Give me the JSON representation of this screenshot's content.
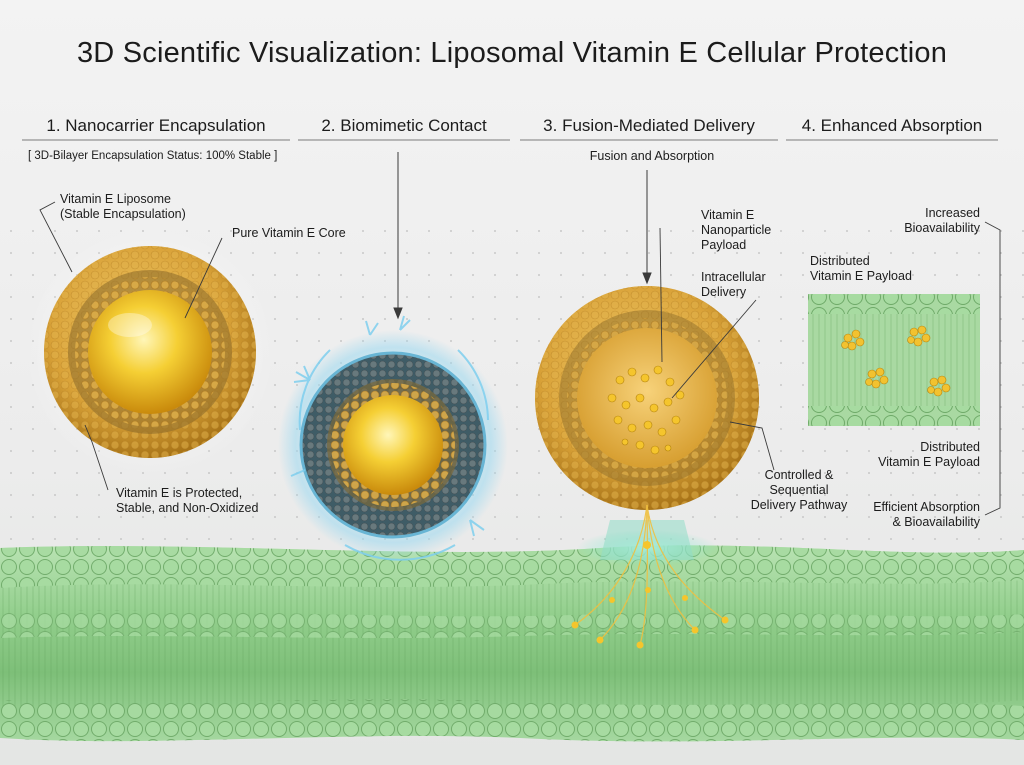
{
  "title": "3D Scientific Visualization: Liposomal Vitamin E Cellular Protection",
  "sections": [
    {
      "heading": "1. Nanocarrier Encapsulation"
    },
    {
      "heading": "2. Biomimetic Contact"
    },
    {
      "heading": "3. Fusion-Mediated Delivery"
    },
    {
      "heading": "4. Enhanced Absorption"
    }
  ],
  "status_text": "[ 3D-Bilayer Encapsulation Status: 100% Stable ]",
  "labels": {
    "liposome": [
      "Vitamin E Liposome",
      "(Stable Encapsulation)"
    ],
    "core": "Pure Vitamin E Core",
    "protected": [
      "Vitamin E is Protected,",
      "Stable, and Non-Oxidized"
    ],
    "fusion": "Fusion and Absorption",
    "payload": [
      "Vitamin E",
      "Nanoparticle",
      "Payload"
    ],
    "intracellular": [
      "Intracellular",
      "Delivery"
    ],
    "pathway": [
      "Controlled &",
      "Sequential",
      "Delivery Pathway"
    ],
    "bioavailability": [
      "Increased",
      "Bioavailability"
    ],
    "distributed_top": [
      "Distributed",
      "Vitamin E Payload"
    ],
    "distributed_bottom": [
      "Distributed",
      "Vitamin E Payload"
    ],
    "efficient": [
      "Efficient Absorption",
      "& Bioavailability"
    ]
  },
  "colors": {
    "gold": "#e8b21c",
    "membrane_green": "#8fcf8a",
    "bilayer_blue": "#5aa9c8",
    "text": "#1c1c1c"
  }
}
